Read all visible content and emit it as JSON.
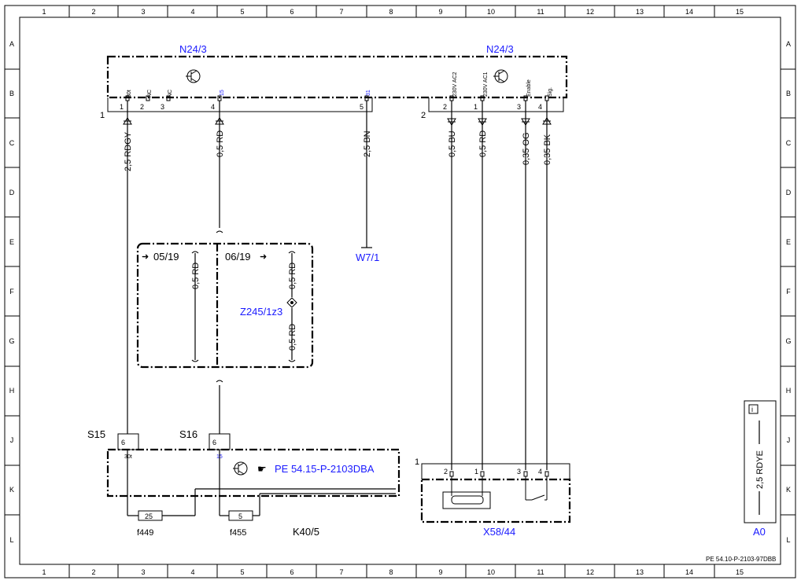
{
  "columns": [
    "1",
    "2",
    "3",
    "4",
    "5",
    "6",
    "7",
    "8",
    "9",
    "10",
    "11",
    "12",
    "13",
    "14",
    "15"
  ],
  "rows": [
    "A",
    "B",
    "C",
    "D",
    "E",
    "F",
    "G",
    "H",
    "J",
    "K",
    "L"
  ],
  "components": {
    "n24_left": "N24/3",
    "n24_right": "N24/3",
    "w7": "W7/1",
    "z245": "Z245/1z3",
    "k40": "K40/5",
    "x58": "X58/44",
    "a0": "A0",
    "ref_link": "PE 54.15-P-2103DBA",
    "s15": "S15",
    "s16": "S16",
    "f449": "f449",
    "f455": "f455"
  },
  "connectors": {
    "left": "1",
    "right": "2",
    "x58": "1"
  },
  "pins": {
    "n24_1": "1",
    "n24_2": "2",
    "n24_3": "3",
    "n24_4": "4",
    "n24_5": "5",
    "n24r_2": "2",
    "n24r_1": "1",
    "n24r_3": "3",
    "n24r_4": "4",
    "s15_6": "6",
    "s16_6": "6",
    "x58_2": "2",
    "x58_1": "1",
    "x58_3": "3",
    "x58_4": "4",
    "fuse449": "25",
    "fuse455": "5"
  },
  "pin_labels": {
    "p30t": "30t",
    "nc1": "NC",
    "nc2": "NC",
    "p15": "15",
    "p31": "31",
    "ac2": "230V AC2",
    "ac1": "230V AC1",
    "enable": "Enable",
    "sig": "Sig.",
    "k30t": "30t",
    "k15": "15"
  },
  "wires": {
    "w1": "2,5 RDGY",
    "w2": "0,5 RD",
    "w3": "2,5 BN",
    "w4": "0,5 BU",
    "w5": "0,5 RD",
    "w6": "0,35 OG",
    "w7": "0,35 BK",
    "w8": "0,5 RD",
    "w9": "0,5 RD",
    "w10": "0,5 RD",
    "legend": "2,5 RDYE"
  },
  "variants": {
    "v1": "05/19",
    "v2": "06/19"
  },
  "footer": "PE 54.10-P-2103-97DBB",
  "colors": {
    "blue": "#1a1aff",
    "black": "#000000"
  }
}
